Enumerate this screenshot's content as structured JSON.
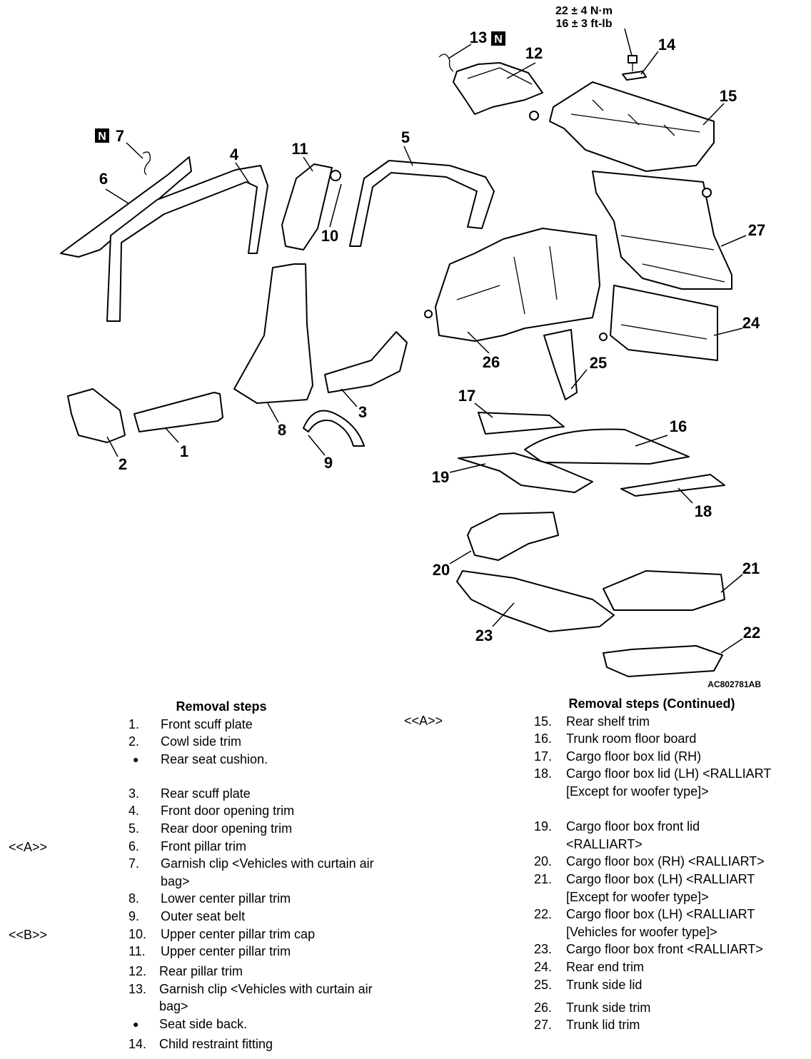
{
  "diagram": {
    "figure_id": "AC802781AB",
    "torque": {
      "metric": "22 ± 4 N·m",
      "imperial": "16 ± 3 ft-lb"
    },
    "new_part_marker": "N",
    "callouts": [
      "1",
      "2",
      "3",
      "4",
      "5",
      "6",
      "7",
      "8",
      "9",
      "10",
      "11",
      "12",
      "13",
      "14",
      "15",
      "16",
      "17",
      "18",
      "19",
      "20",
      "21",
      "22",
      "23",
      "24",
      "25",
      "26",
      "27"
    ]
  },
  "left_list": {
    "heading": "Removal steps",
    "tags": {
      "a": "<<A>>",
      "b": "<<B>>"
    },
    "items": [
      {
        "num": "1.",
        "text": "Front scuff plate"
      },
      {
        "num": "2.",
        "text": "Cowl side trim"
      },
      {
        "num": "",
        "text": "Rear seat cushion."
      },
      {
        "num": "3.",
        "text": "Rear scuff plate"
      },
      {
        "num": "4.",
        "text": "Front door opening trim"
      },
      {
        "num": "5.",
        "text": "Rear door opening trim"
      },
      {
        "num": "6.",
        "text": "Front pillar trim"
      },
      {
        "num": "7.",
        "text": "Garnish clip <Vehicles with curtain air bag>"
      },
      {
        "num": "8.",
        "text": "Lower center pillar trim"
      },
      {
        "num": "9.",
        "text": "Outer seat belt"
      },
      {
        "num": "10.",
        "text": "Upper center pillar trim cap"
      },
      {
        "num": "11.",
        "text": "Upper center pillar trim"
      },
      {
        "num": "12.",
        "text": "Rear pillar trim"
      },
      {
        "num": "13.",
        "text": "Garnish clip <Vehicles with curtain air bag>"
      },
      {
        "num": "",
        "text": "Seat side back."
      },
      {
        "num": "14.",
        "text": "Child restraint fitting"
      }
    ]
  },
  "right_list": {
    "heading": "Removal steps (Continued)",
    "tag": "<<A>>",
    "items": [
      {
        "num": "15.",
        "text": "Rear shelf trim"
      },
      {
        "num": "16.",
        "text": "Trunk room floor board"
      },
      {
        "num": "17.",
        "text": "Cargo floor box lid (RH)"
      },
      {
        "num": "18.",
        "text": "Cargo floor box lid (LH) <RALLIART [Except for woofer type]>"
      },
      {
        "num": "19.",
        "text": "Cargo floor box front lid <RALLIART>"
      },
      {
        "num": "20.",
        "text": "Cargo floor box (RH) <RALLIART>"
      },
      {
        "num": "21.",
        "text": "Cargo floor box (LH) <RALLIART [Except for woofer type]>"
      },
      {
        "num": "22.",
        "text": "Cargo floor box (LH) <RALLIART [Vehicles for woofer type]>"
      },
      {
        "num": "23.",
        "text": "Cargo floor box front <RALLIART>"
      },
      {
        "num": "24.",
        "text": "Rear end trim"
      },
      {
        "num": "25.",
        "text": "Trunk side lid"
      },
      {
        "num": "26.",
        "text": "Trunk side trim"
      },
      {
        "num": "27.",
        "text": "Trunk lid trim"
      }
    ]
  }
}
